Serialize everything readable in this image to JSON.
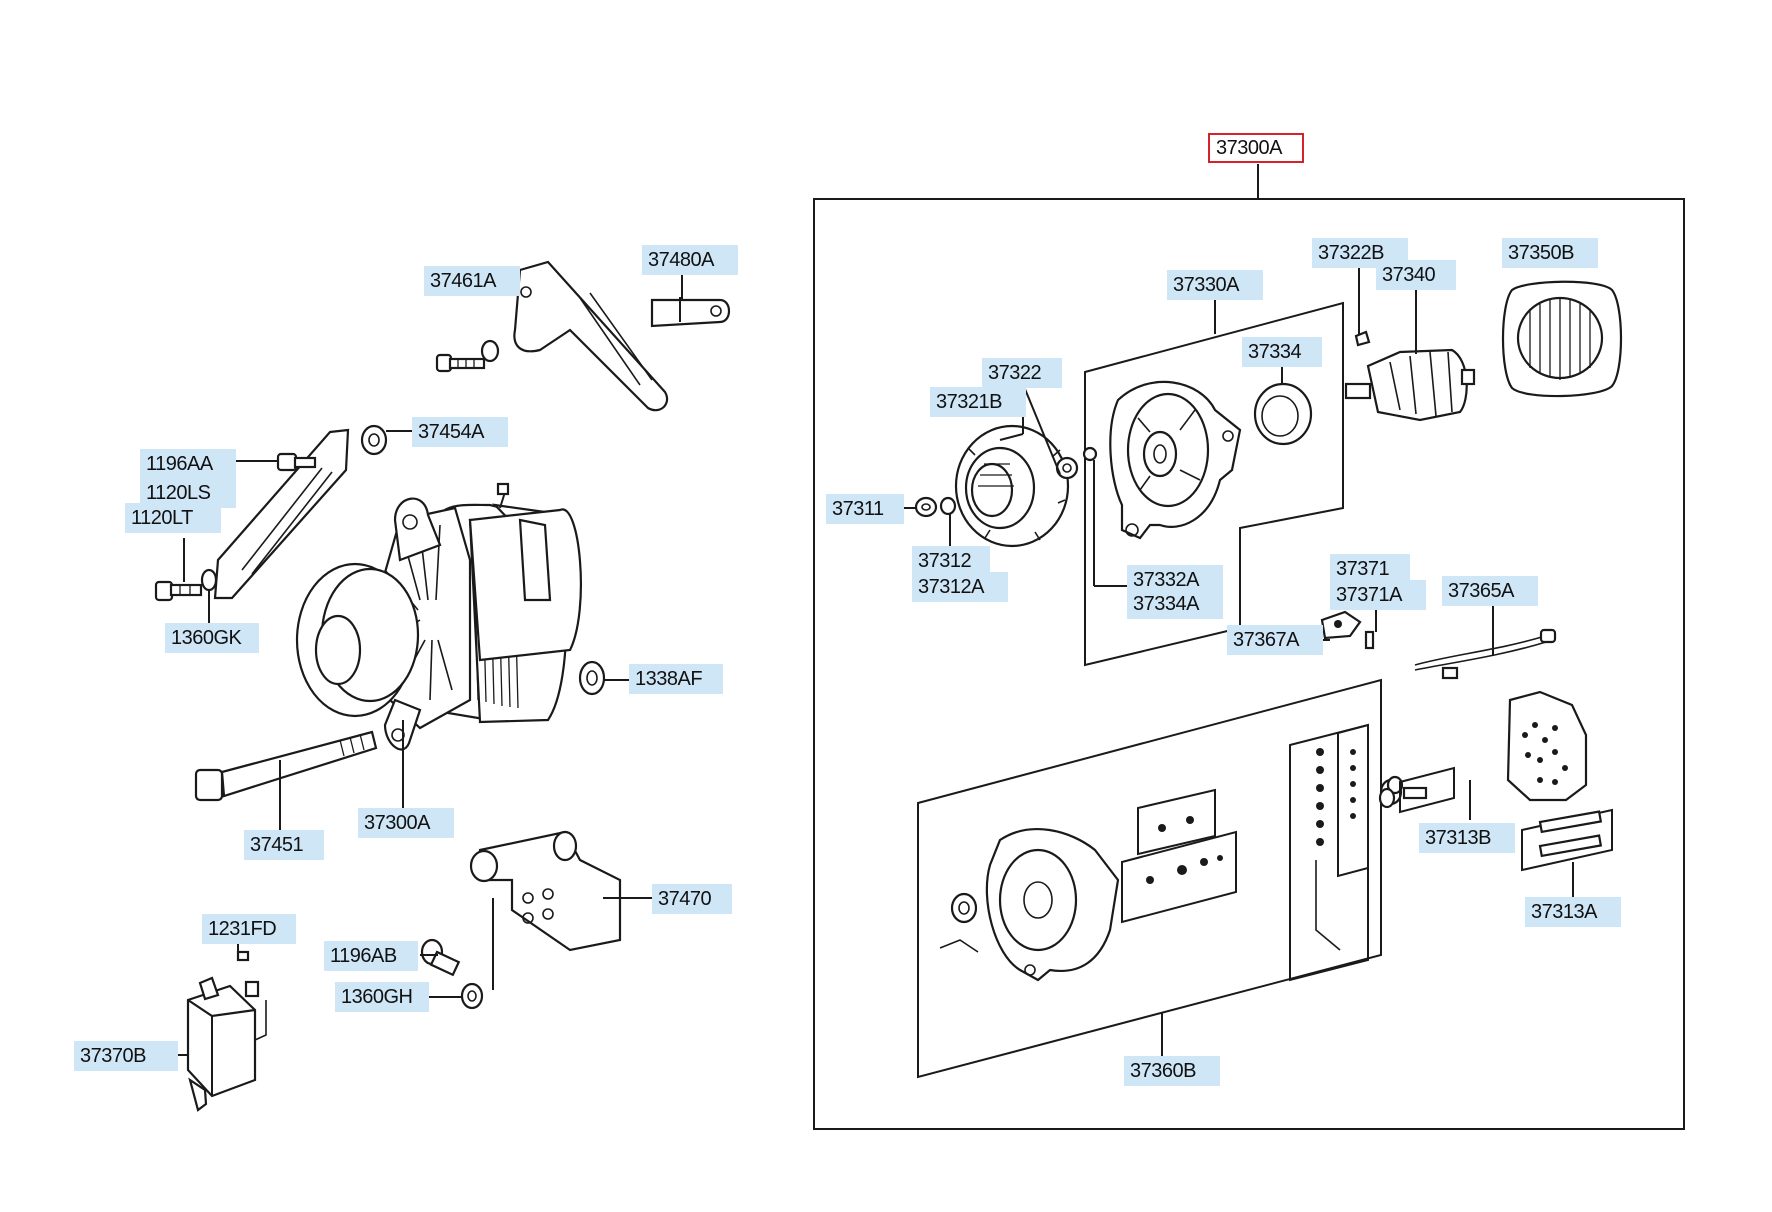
{
  "colors": {
    "callout_bg": "#cfe6f7",
    "selected_border": "#d6222a",
    "line": "#1a1a1a",
    "background": "#ffffff"
  },
  "labels": {
    "l_37300A_top": "37300A",
    "l_37461A": "37461A",
    "l_37480A": "37480A",
    "l_37454A": "37454A",
    "l_1196AA": "1196AA",
    "l_1120LS": "1120LS",
    "l_1120LT": "1120LT",
    "l_1360GK": "1360GK",
    "l_1338AF": "1338AF",
    "l_37451": "37451",
    "l_37300A": "37300A",
    "l_37470": "37470",
    "l_1231FD": "1231FD",
    "l_1196AB": "1196AB",
    "l_1360GH": "1360GH",
    "l_37370B": "37370B",
    "l_37330A": "37330A",
    "l_37322B": "37322B",
    "l_37340": "37340",
    "l_37350B": "37350B",
    "l_37334": "37334",
    "l_37322": "37322",
    "l_37321B": "37321B",
    "l_37311": "37311",
    "l_37312": "37312",
    "l_37312A": "37312A",
    "l_37332A": "37332A",
    "l_37334A": "37334A",
    "l_37371": "37371",
    "l_37371A": "37371A",
    "l_37365A": "37365A",
    "l_37367A": "37367A",
    "l_37313B": "37313B",
    "l_37313A": "37313A",
    "l_37360B": "37360B"
  }
}
